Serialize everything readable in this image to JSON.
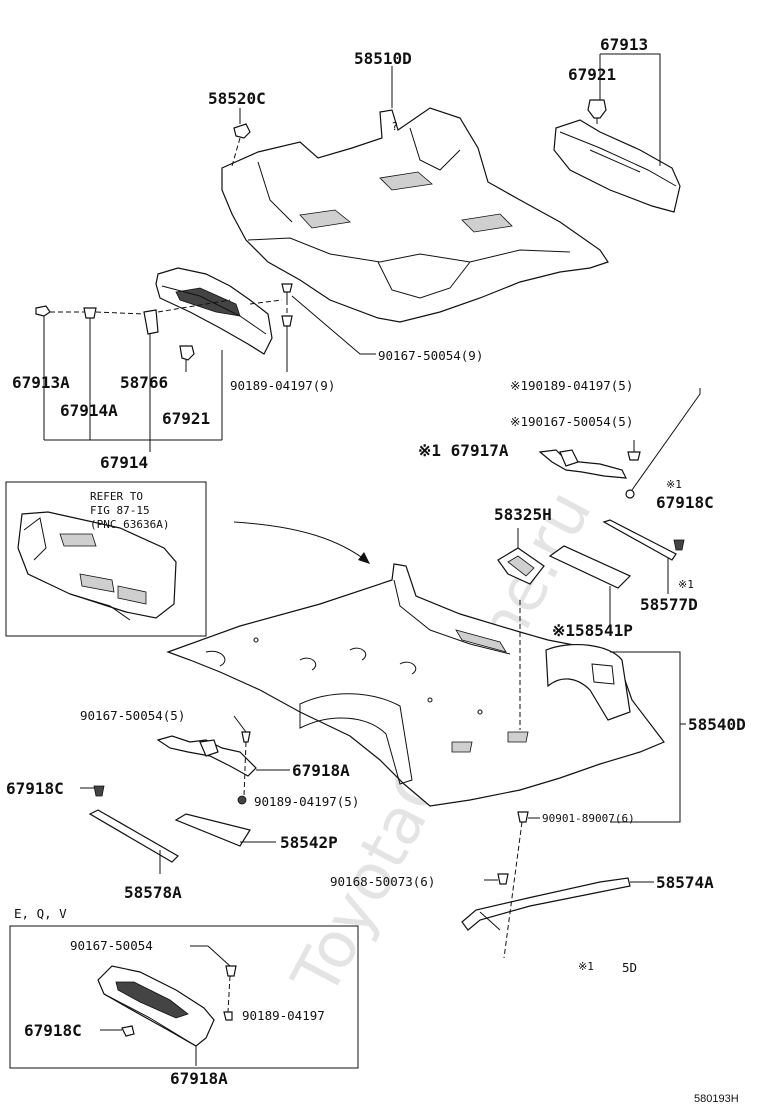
{
  "watermark": "ToyotaCarMine.ru",
  "refer_box": {
    "line1": "REFER TO",
    "line2": "FIG 87-15",
    "line3": "(PNC 63636A)"
  },
  "inset": {
    "title": "E, Q, V"
  },
  "footnote": {
    "marker": "※1",
    "text": "5D"
  },
  "figure_code": "580193H",
  "labels": {
    "p67913": "67913",
    "p58510D": "58510D",
    "p67921_top": "67921",
    "p58520C": "58520C",
    "p90167_9": "90167-50054(9)",
    "p67913A": "67913A",
    "p58766": "58766",
    "p90189_9": "90189-04197(9)",
    "p67914A": "67914A",
    "p67921_left": "67921",
    "p67914": "67914",
    "p90189_5_top": "※190189-04197(5)",
    "p90167_5_top": "※190167-50054(5)",
    "p67917A": "※1 67917A",
    "p67918C_mark": "※1",
    "p67918C_right": "67918C",
    "p58325H": "58325H",
    "p58577D_mark": "※1",
    "p58577D": "58577D",
    "p58541P": "※158541P",
    "p58540D": "58540D",
    "p90167_5_left": "90167-50054(5)",
    "p67918A": "67918A",
    "p67918C_left": "67918C",
    "p90189_5_mid": "90189-04197(5)",
    "p90901": "90901-89007(6)",
    "p58542P": "58542P",
    "p90168": "90168-50073(6)",
    "p58574A": "58574A",
    "p58578A": "58578A",
    "inset_90167": "90167-50054",
    "inset_90189": "90189-04197",
    "inset_67918C": "67918C",
    "inset_67918A": "67918A"
  }
}
